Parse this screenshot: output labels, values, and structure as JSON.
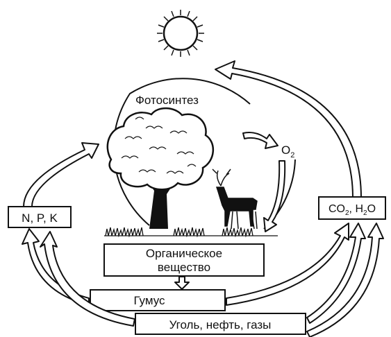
{
  "labels": {
    "photosynthesis": "Фотосинтез",
    "oxygen_main": "O",
    "oxygen_sub": "2",
    "npk": "N, P, K",
    "co2_main_1": "CO",
    "co2_sub_1": "2",
    "co2_sep": ", H",
    "co2_sub_2": "2",
    "co2_main_2": "O",
    "organic_line1": "Органическое",
    "organic_line2": "вещество",
    "humus": "Гумус",
    "fossil": "Уголь, нефть, газы"
  },
  "icons": {
    "sun": "sun-icon",
    "tree": "tree-icon",
    "deer": "deer-icon",
    "grass": "grass-icon"
  },
  "colors": {
    "stroke": "#111111",
    "background": "#ffffff"
  }
}
